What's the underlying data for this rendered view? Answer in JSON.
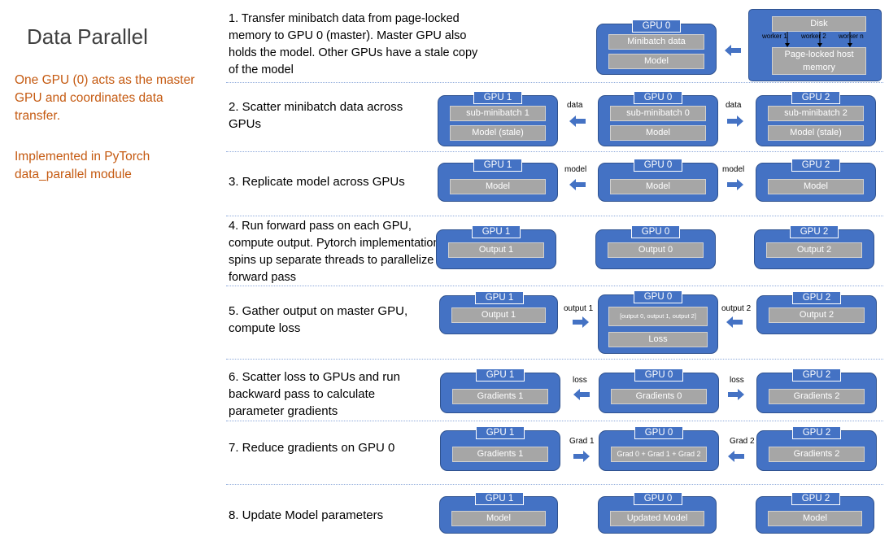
{
  "title": "Data Parallel",
  "description": {
    "line1": "One GPU (0) acts as the master GPU and coordinates data transfer.",
    "line2": "Implemented in PyTorch data_parallel module"
  },
  "steps": [
    "1. Transfer minibatch data from page-locked memory  to GPU 0 (master). Master GPU also holds the model. Other GPUs have a stale copy of the model",
    "2. Scatter minibatch data across GPUs",
    "3. Replicate model across GPUs",
    "4. Run forward pass on each GPU, compute output. Pytorch implementation spins up separate threads to parallelize forward pass",
    "5. Gather output on master GPU, compute loss",
    "6. Scatter loss to GPUs and run backward pass to calculate parameter gradients",
    "7. Reduce gradients on GPU 0",
    "8. Update Model parameters"
  ],
  "gpu_labels": {
    "g0": "GPU 0",
    "g1": "GPU 1",
    "g2": "GPU 2"
  },
  "row1": {
    "g0_cells": [
      "Minibatch data",
      "Model"
    ],
    "disk_title": "Disk",
    "workers": [
      "worker 1",
      "worker 2",
      "worker n"
    ],
    "host_memory": "Page-locked host memory"
  },
  "row2": {
    "g1": [
      "sub-minibatch 1",
      "Model (stale)"
    ],
    "g0": [
      "sub-minibatch 0",
      "Model"
    ],
    "g2": [
      "sub-minibatch 2",
      "Model (stale)"
    ],
    "left_label": "data",
    "right_label": "data"
  },
  "row3": {
    "g1": "Model",
    "g0": "Model",
    "g2": "Model",
    "left_label": "model",
    "right_label": "model"
  },
  "row4": {
    "g1": "Output 1",
    "g0": "Output 0",
    "g2": "Output 2"
  },
  "row5": {
    "g1": "Output 1",
    "g0": [
      "[output 0, output 1, output 2]",
      "Loss"
    ],
    "g2": "Output  2",
    "left_label": "output 1",
    "right_label": "output 2"
  },
  "row6": {
    "g1": "Gradients 1",
    "g0": "Gradients 0",
    "g2": "Gradients 2",
    "left_label": "loss",
    "right_label": "loss"
  },
  "row7": {
    "g1": "Gradients 1",
    "g0": "Grad 0 + Grad 1 + Grad 2",
    "g2": "Gradients 2",
    "left_label": "Grad 1",
    "right_label": "Grad 2"
  },
  "row8": {
    "g1": "Model",
    "g0": "Updated Model",
    "g2": "Model"
  },
  "colors": {
    "box": "#4472c4",
    "cell": "#a6a6a6",
    "orange_text": "#c55a11"
  }
}
